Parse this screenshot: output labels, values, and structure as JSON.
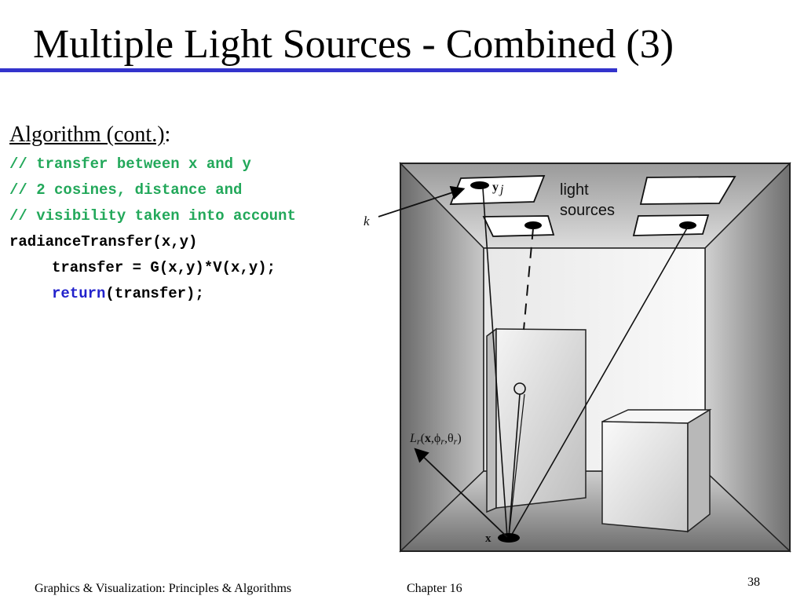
{
  "slide": {
    "title": "Multiple Light Sources - Combined (3)",
    "heading": "Algorithm (cont.)",
    "heading_suffix": ":"
  },
  "code": {
    "comment1": "// transfer between x and y",
    "comment2": "// 2 cosines, distance and",
    "comment3": "// visibility taken into account",
    "line4": "radianceTransfer(x,y)",
    "line5": "transfer = G(x,y)*V(x,y);",
    "line6_kw": "return",
    "line6_rest": "(transfer);"
  },
  "figure": {
    "label_lights_1": "light",
    "label_lights_2": "sources",
    "label_yj_main": "y",
    "label_yj_sub": "j",
    "label_k": "k",
    "label_x": "x",
    "label_L": "L",
    "label_L_sub": "r",
    "label_L_args_open": "(",
    "label_L_args_x": "x",
    "label_L_args_phi": ",ϕ",
    "label_L_args_theta": ",θ",
    "label_L_args_close": ")"
  },
  "footer": {
    "left": "Graphics & Visualization: Principles & Algorithms",
    "middle": "Chapter 16",
    "page": "38"
  },
  "colors": {
    "title_rule": "#3333cc",
    "comment": "#22a85a",
    "keyword": "#2222cc"
  }
}
